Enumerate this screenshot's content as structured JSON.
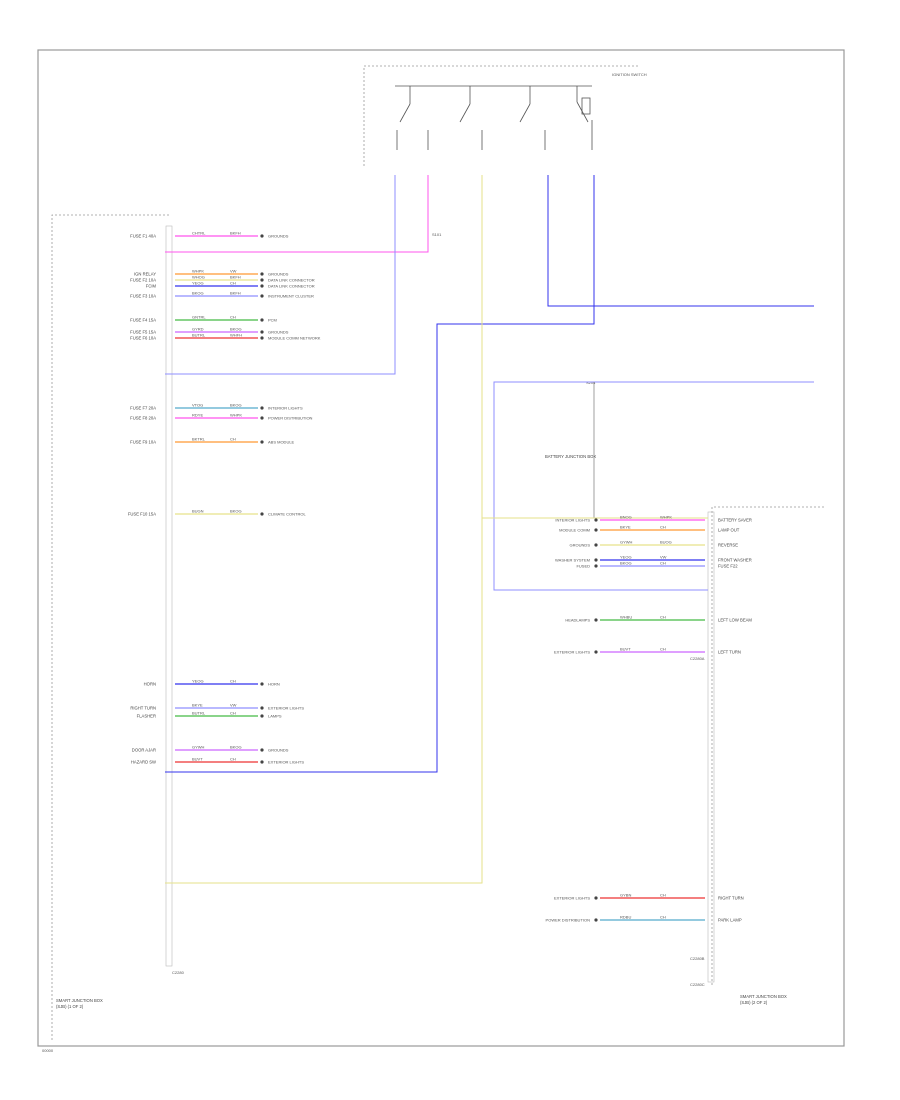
{
  "title": "",
  "footer_code": "00000",
  "left_module": {
    "caption_lines": [
      "SMART JUNCTION BOX",
      "(SJB) (1 OF 2)"
    ],
    "connector_label": "C2280",
    "pins": [
      {
        "label": "FUSE F1 40A",
        "code": "CHTRL",
        "wire": "BKFH",
        "dest": "GROUNDS"
      },
      {
        "label": "IGN RELAY",
        "code": "WHPK",
        "wire": "VW",
        "dest": "GROUNDS"
      },
      {
        "label": "FUSE F2 10A",
        "code": "WHOG",
        "wire": "BKFH",
        "dest": "DATA LINK CONNECTOR"
      },
      {
        "label": "FCIM",
        "code": "YEOG",
        "wire": "CH",
        "dest": "DATA LINK CONNECTOR"
      },
      {
        "label": "FUSE F3 10A",
        "code": "BKOG",
        "wire": "BKFH",
        "dest": "INSTRUMENT CLUSTER"
      },
      {
        "label": "FUSE F4 15A",
        "code": "GNTRL",
        "wire": "CH",
        "dest": "PCM"
      },
      {
        "label": "FUSE F5 15A",
        "code": "GYRD",
        "wire": "BKOG",
        "dest": "GROUNDS"
      },
      {
        "label": "FUSE F6 10A",
        "code": "BUTRL",
        "wire": "WHFH",
        "dest": "MODULE COMM NETWORK"
      },
      {
        "label": "FUSE F7 20A",
        "code": "VTOG",
        "wire": "BKOG",
        "dest": "INTERIOR LIGHTS"
      },
      {
        "label": "FUSE F8 20A",
        "code": "RDYE",
        "wire": "WHPK",
        "dest": "POWER DISTRIBUTION"
      },
      {
        "label": "FUSE F9 10A",
        "code": "BKTRL",
        "wire": "CH",
        "dest": "ABS MODULE"
      },
      {
        "label": "FUSE F10 15A",
        "code": "BUGN",
        "wire": "BKOG",
        "dest": "CLIMATE CONTROL"
      },
      {
        "label": "HORN",
        "code": "YEOG",
        "wire": "CH",
        "dest": "HORN"
      },
      {
        "label": "RIGHT TURN",
        "code": "BKYE",
        "wire": "VW",
        "dest": "EXTERIOR LIGHTS"
      },
      {
        "label": "FLASHER",
        "code": "BUTRL",
        "wire": "CH",
        "dest": "LAMPS"
      },
      {
        "label": "DOOR AJAR",
        "code": "GYWH",
        "wire": "BKOG",
        "dest": "GROUNDS"
      },
      {
        "label": "HAZARD SW",
        "code": "BUVT",
        "wire": "CH",
        "dest": "EXTERIOR LIGHTS"
      }
    ]
  },
  "right_module": {
    "caption_lines": [
      "SMART JUNCTION BOX",
      "(SJB) (2 OF 2)"
    ],
    "connector_labels": [
      "C2280A",
      "C2280B",
      "C2280C"
    ],
    "pins": [
      {
        "label": "BATTERY SAVER",
        "code": "BNOG",
        "wire": "WHPK",
        "dest": "INTERIOR LIGHTS"
      },
      {
        "label": "LAMP OUT",
        "code": "BKYE",
        "wire": "CH",
        "dest": "MODULE COMM"
      },
      {
        "label": "REVERSE",
        "code": "GYWH",
        "wire": "BUOG",
        "dest": "GROUNDS"
      },
      {
        "label": "FRONT WASHER",
        "code": "YEOG",
        "wire": "VW",
        "dest": "WASHER SYSTEM"
      },
      {
        "label": "FUSE F22",
        "code": "BKOG",
        "wire": "CH",
        "dest": "FUSED"
      },
      {
        "label": "LEFT LOW BEAM",
        "code": "WHBU",
        "wire": "CH",
        "dest": "HEADLAMPS"
      },
      {
        "label": "LEFT TURN",
        "code": "BUVT",
        "wire": "CH",
        "dest": "EXTERIOR LIGHTS"
      },
      {
        "label": "RIGHT TURN",
        "code": "GYBN",
        "wire": "CH",
        "dest": "EXTERIOR LIGHTS"
      },
      {
        "label": "PARK LAMP",
        "code": "RDBU",
        "wire": "CH",
        "dest": "POWER DISTRIBUTION"
      }
    ]
  },
  "ignition_switch": {
    "label": "IGNITION SWITCH"
  },
  "battery_junction": {
    "label": "BATTERY JUNCTION BOX"
  },
  "splice_labels": [
    "S101",
    "S204"
  ],
  "colors": {
    "pink": "#ff55ee",
    "orange": "#ff9933",
    "yellow": "#e6e28a",
    "blue": "#3333ee",
    "lavender": "#8f8fff",
    "green": "#44bb44",
    "purple": "#cc66ff",
    "red": "#ee3333",
    "teal": "#55aacc",
    "frame": "#999999"
  }
}
